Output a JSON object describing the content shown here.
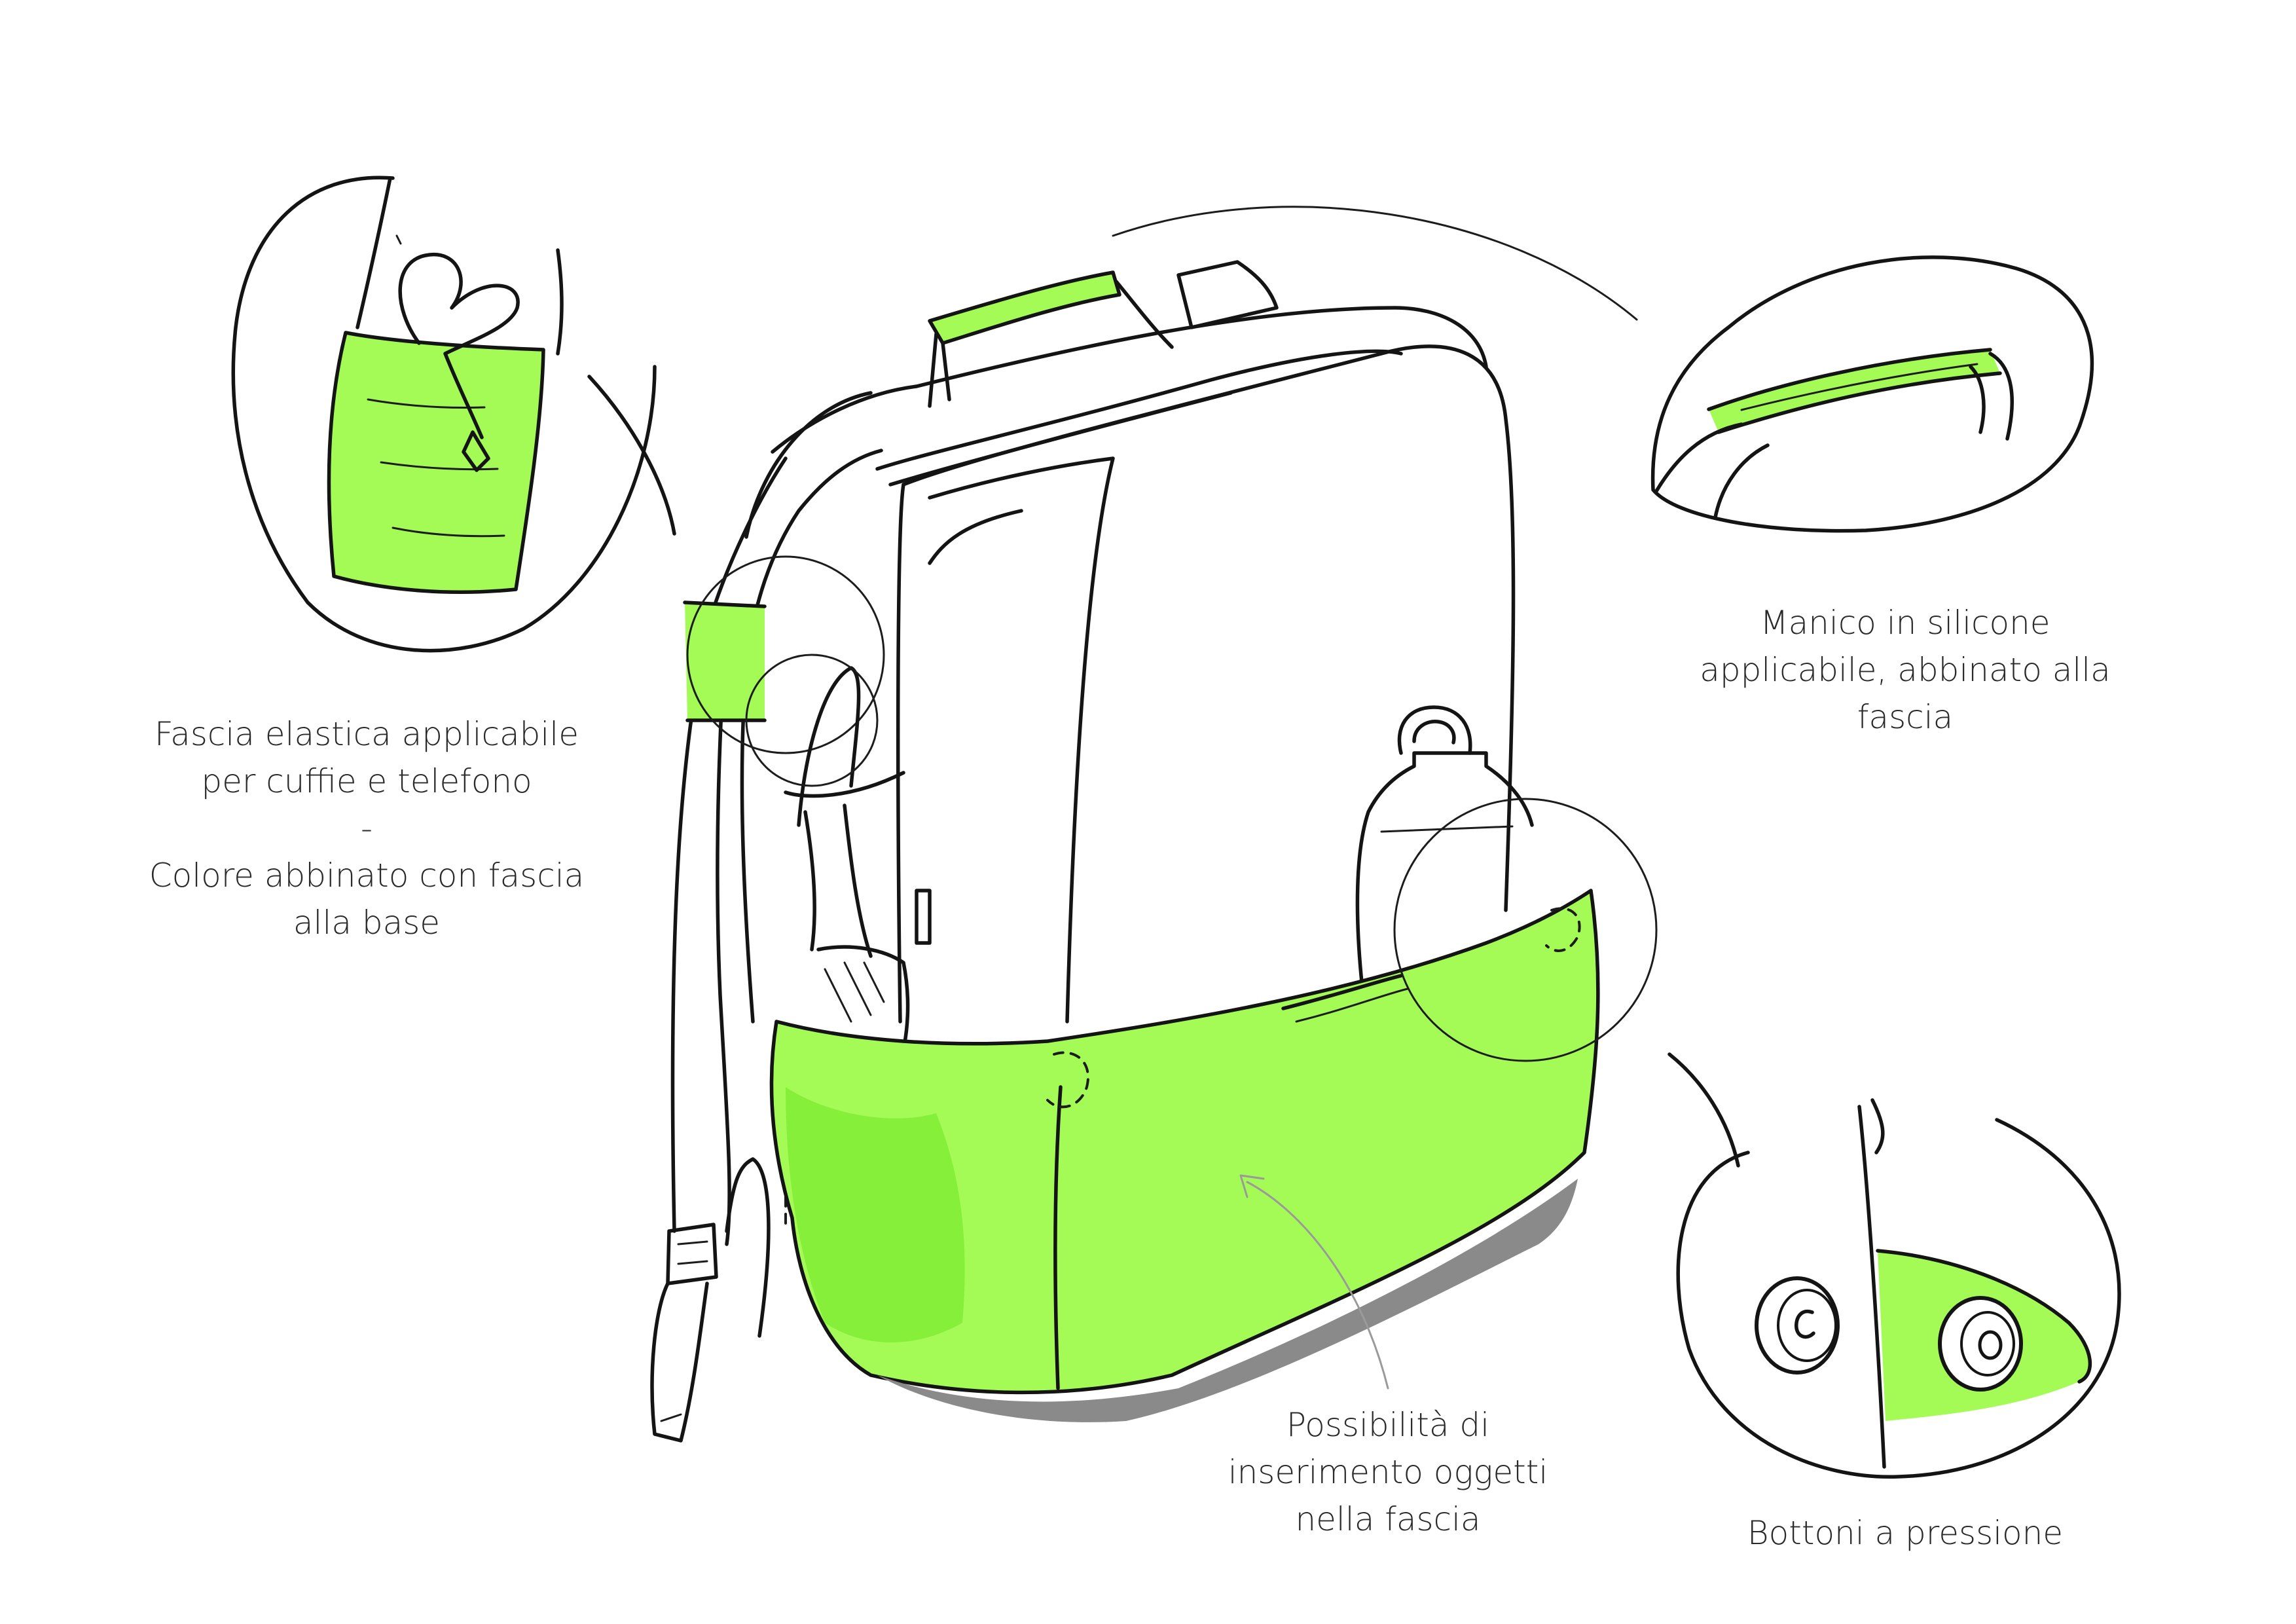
{
  "colors": {
    "accent_green": "#a5fb55",
    "accent_green_deep": "#86ef3a",
    "ink": "#141414",
    "shadow": "#8a8a8a"
  },
  "labels": {
    "fascia": {
      "line1": "Fascia elastica applicabile",
      "line2": "per cuffie e telefono",
      "separator": "-",
      "line3": "Colore abbinato con fascia",
      "line4": "alla base"
    },
    "manico": {
      "line1": "Manico in silicone",
      "line2": "applicabile, abbinato alla",
      "line3": "fascia"
    },
    "inserimento": {
      "line1": "Possibilità di",
      "line2": "inserimento oggetti",
      "line3": "nella fascia"
    },
    "bottoni": {
      "line1": "Bottoni a pressione"
    }
  }
}
